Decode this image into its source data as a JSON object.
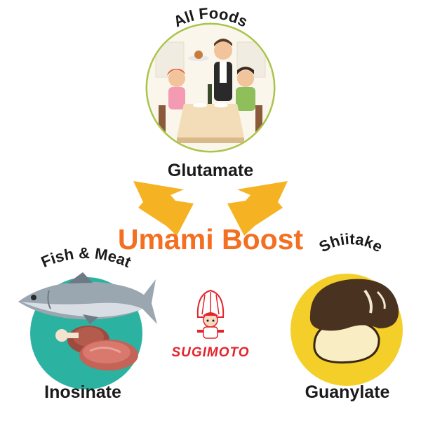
{
  "title": "Umami Boost",
  "nodes": {
    "top": {
      "group": "All Foods",
      "compound": "Glutamate",
      "illustration": "restaurant-dining-illustration"
    },
    "left": {
      "group": "Fish & Meat",
      "compound": "Inosinate",
      "illustration": "tuna-and-meat-illustration"
    },
    "right": {
      "group": "Shiitake",
      "compound": "Guanylate",
      "illustration": "shiitake-mushroom-illustration"
    }
  },
  "brand": {
    "name": "SUGIMOTO",
    "logo_icon": "sugimoto-mascot-icon"
  },
  "colors": {
    "title": "#f36f21",
    "arrow": "#f5b323",
    "left_circle": "#2bb2a0",
    "right_circle": "#f4cf2a",
    "top_circle_border": "#a9c44a",
    "brand": "#e3242b",
    "text": "#1a1a1a"
  }
}
